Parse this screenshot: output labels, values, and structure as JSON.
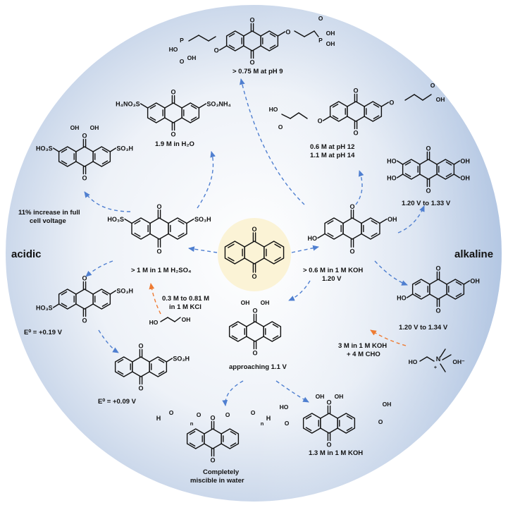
{
  "regions": {
    "acidic": "acidic",
    "alkaline": "alkaline"
  },
  "labels": {
    "phosphonate": "> 0.75 M at pH 9",
    "ammonium": "1.9 M in H₂O",
    "carboxy": "0.6 M at pH 12",
    "carboxy2": "1.1 M at pH 14",
    "voltage_increase_1": "11% increase in full",
    "voltage_increase_2": "cell voltage",
    "tetrahydroxy": "1.20 V to 1.33 V",
    "aqds": "> 1 M in 1 M H₂SO₄",
    "dhaq": "> 0.6 M in 1 M KOH",
    "dhaq_v": "1.20 V",
    "dimethyl": "1.20 V to 1.34 V",
    "kcl_1": "0.3 M to 0.81 M",
    "kcl_2": "in 1 M KCl",
    "aq26ds": "E⁰ = +0.19 V",
    "cho_1": "3 M in 1 M KOH",
    "cho_2": "+ 4 M CHO",
    "dhaq18": "approaching 1.1 V",
    "aqs": "E⁰ = +0.09 V",
    "peg_1": "Completely",
    "peg_2": "miscible in water",
    "dcdhaq": "1.3 M in 1 M KOH"
  },
  "chem_text": {
    "hydroxide": "OH⁻"
  },
  "colors": {
    "arrow_blue": "#4f7fd0",
    "arrow_orange": "#ee7b32",
    "center_fill": "#fbf3d6",
    "circle_edge": "#b9cbe4"
  }
}
